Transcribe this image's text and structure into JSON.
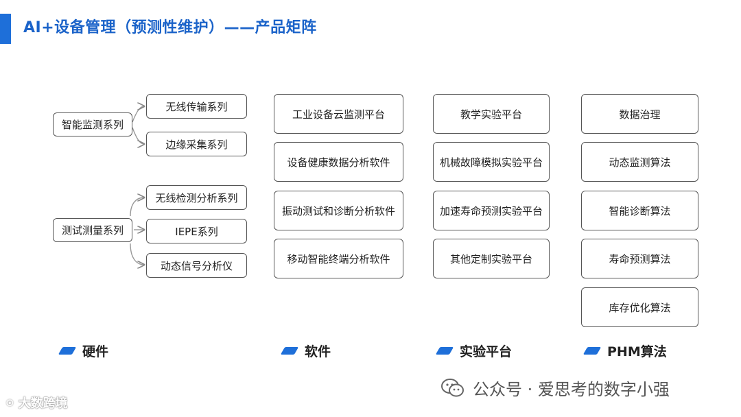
{
  "title": "AI+设备管理（预测性维护）——产品矩阵",
  "hardware": {
    "label": "硬件",
    "groups": [
      {
        "name": "智能监测系列",
        "items": [
          "无线传输系列",
          "边缘采集系列"
        ]
      },
      {
        "name": "测试测量系列",
        "items": [
          "无线检测分析系列",
          "IEPE系列",
          "动态信号分析仪"
        ]
      }
    ]
  },
  "software": {
    "label": "软件",
    "items": [
      "工业设备云监测平台",
      "设备健康数据分析软件",
      "振动测试和诊断分析软件",
      "移动智能终端分析软件"
    ]
  },
  "platform": {
    "label": "实验平台",
    "items": [
      "教学实验平台",
      "机械故障模拟实验平台",
      "加速寿命预测实验平台",
      "其他定制实验平台"
    ]
  },
  "phm": {
    "label": "PHM算法",
    "items": [
      "数据治理",
      "动态监测算法",
      "智能诊断算法",
      "寿命预测算法",
      "库存优化算法"
    ]
  },
  "footer": {
    "wechat_text": "公众号 · 爱思考的数字小强",
    "watermark": "大数跨境"
  },
  "colors": {
    "accent": "#1e6fd9",
    "title": "#1b63c9",
    "border": "#555555"
  }
}
